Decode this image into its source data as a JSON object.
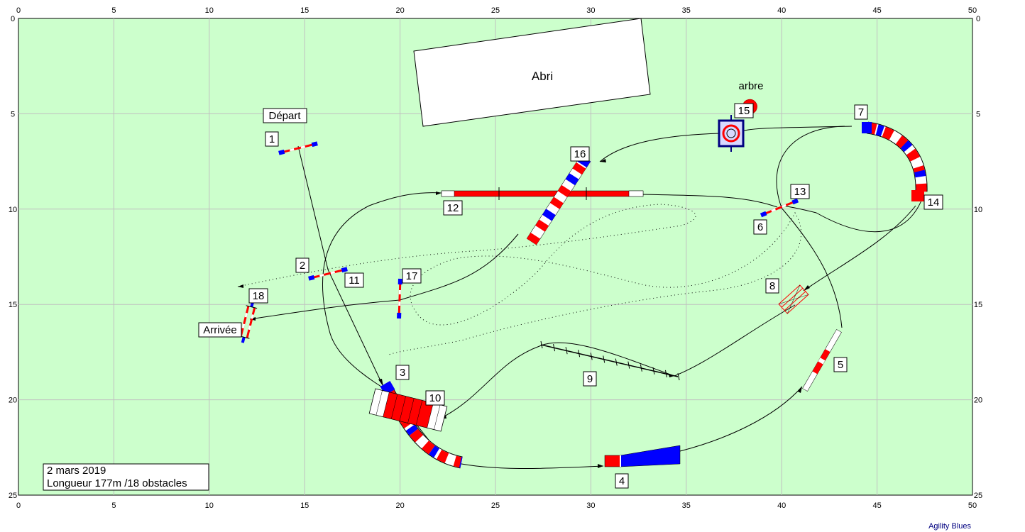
{
  "axis": {
    "x_ticks": [
      "0",
      "5",
      "10",
      "15",
      "20",
      "25",
      "30",
      "35",
      "40",
      "45",
      "50"
    ],
    "y_ticks": [
      "0",
      "5",
      "10",
      "15",
      "20",
      "25"
    ]
  },
  "field": {
    "width_m": 50,
    "height_m": 25,
    "background_color": "#ccffcc",
    "grid_color": "#c0c0c0"
  },
  "labels": {
    "shelter": "Abri",
    "tree": "arbre",
    "start": "Départ",
    "finish": "Arrivée"
  },
  "info": {
    "date": "2 mars 2019",
    "length": "Longueur 177m /18 obstacles"
  },
  "brand": "Agility Blues",
  "colors": {
    "red": "#ff0000",
    "blue": "#0000ff",
    "course_line": "#000000"
  },
  "obstacles": [
    {
      "number": "1",
      "type": "hurdle"
    },
    {
      "number": "2",
      "type": "hurdle"
    },
    {
      "number": "3",
      "type": "tunnel"
    },
    {
      "number": "4",
      "type": "tunnel"
    },
    {
      "number": "5",
      "type": "hurdle"
    },
    {
      "number": "6",
      "type": "hurdle"
    },
    {
      "number": "7",
      "type": "tunnel"
    },
    {
      "number": "8",
      "type": "double-jump"
    },
    {
      "number": "9",
      "type": "weave-poles"
    },
    {
      "number": "10",
      "type": "a-frame"
    },
    {
      "number": "11",
      "type": "hurdle"
    },
    {
      "number": "12",
      "type": "dog-walk"
    },
    {
      "number": "13",
      "type": "hurdle"
    },
    {
      "number": "14",
      "type": "tunnel"
    },
    {
      "number": "15",
      "type": "tire"
    },
    {
      "number": "16",
      "type": "tunnel"
    },
    {
      "number": "17",
      "type": "hurdle"
    },
    {
      "number": "18",
      "type": "double-jump"
    }
  ]
}
